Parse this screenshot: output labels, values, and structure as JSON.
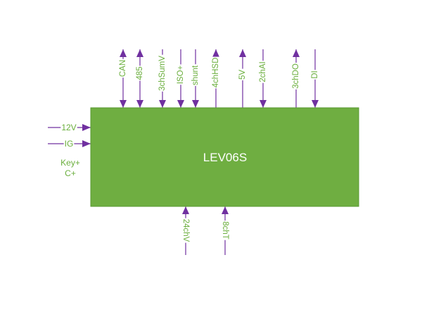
{
  "module": {
    "name": "LEV06S",
    "fill_color": "#6fae41",
    "border_color": "#5a9a32"
  },
  "colors": {
    "wire": "#7030a0",
    "label": "#6aae3c"
  },
  "top_signals": [
    {
      "label": "CAN",
      "arrow": "both"
    },
    {
      "label": "485",
      "arrow": "both"
    },
    {
      "label": "3chSumV",
      "arrow": "down"
    },
    {
      "label": "ISO+",
      "arrow": "down"
    },
    {
      "label": "shunt",
      "arrow": "down"
    },
    {
      "label": "4chHSD",
      "arrow": "up"
    },
    {
      "label": "5V",
      "arrow": "up"
    },
    {
      "label": "2chAI",
      "arrow": "down"
    },
    {
      "label": "3chDO",
      "arrow": "up"
    },
    {
      "label": "DI",
      "arrow": "down"
    }
  ],
  "left_signals": [
    {
      "label": "12V",
      "arrow": "right"
    },
    {
      "label": "IG",
      "arrow": "right"
    }
  ],
  "left_note": [
    "Key+",
    "C+"
  ],
  "bottom_signals": [
    {
      "label": "24chV",
      "arrow": "up"
    },
    {
      "label": "8chT",
      "arrow": "up"
    }
  ]
}
